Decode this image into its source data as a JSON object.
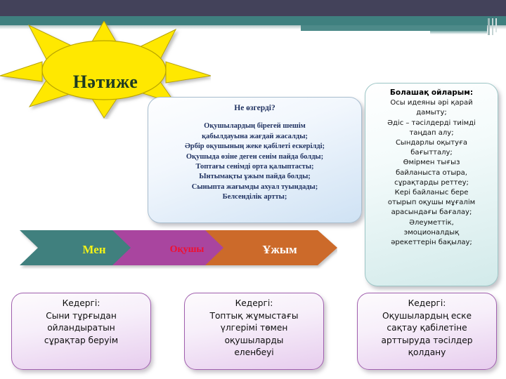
{
  "header": {
    "band_color": "#43425a",
    "accent_color": "#3f807f"
  },
  "sun": {
    "title": "Нәтиже",
    "fill_color": "#ffe800",
    "stroke_color": "#b9a400",
    "title_color": "#1d3b22",
    "ray_count": 8
  },
  "panel_changes": {
    "heading": "Не өзгерді?",
    "items": [
      "Оқушылардың бірегей шешім",
      "қабылдауына жағдай жасалды;",
      "Әрбір  оқушының жеке қабілеті ескерілді;",
      "Оқушыда өзіне деген сенім пайда болды;",
      "Топтағы сенімді орта қалыптасты;",
      "Ынтымақты ұжым пайда болды;",
      "Сыныпта жағымды ахуал туындады;",
      "Белсенділік артты;"
    ],
    "text_color": "#1f3160"
  },
  "panel_future": {
    "heading": "Болашақ ойларым:",
    "items": [
      "Осы идеяны әрі қарай",
      "дамыту;",
      "Әдіс – тәсілдерді тиімді",
      "таңдап алу;",
      "Сындарлы оқытуға",
      "бағытталу;",
      "Өмірмен тығыз",
      "байланыста отыра,",
      "сұрақтарды реттеу;",
      "Кері байланыс бере",
      "отырып оқушы мұғалім",
      "арасындағы бағалау;",
      "Әлеуметтік,",
      "эмоционалдық",
      "әрекеттерін бақылау;"
    ]
  },
  "process": {
    "steps": [
      {
        "label": "Мен",
        "fill": "#40807e",
        "text_color": "#f2f218"
      },
      {
        "label": "Оқушы",
        "fill": "#a9449f",
        "text_color": "#ef1030"
      },
      {
        "label": "Ұжым",
        "fill": "#cc6b29",
        "text_color": "#ffffff"
      }
    ]
  },
  "obstacles": [
    {
      "heading": "Кедергі:",
      "lines": [
        "Сыни тұрғыдан",
        "ойландыратын",
        "сұрақтар беруім"
      ]
    },
    {
      "heading": "Кедергі:",
      "lines": [
        "Топтық жұмыстағы",
        "үлгерімі төмен",
        "оқушыларды",
        "еленбеуі"
      ]
    },
    {
      "heading": "Кедергі:",
      "lines": [
        "Оқушылардың еске",
        "сақтау қабілетіне",
        "арттыруда тәсілдер",
        "қолдану"
      ]
    }
  ]
}
